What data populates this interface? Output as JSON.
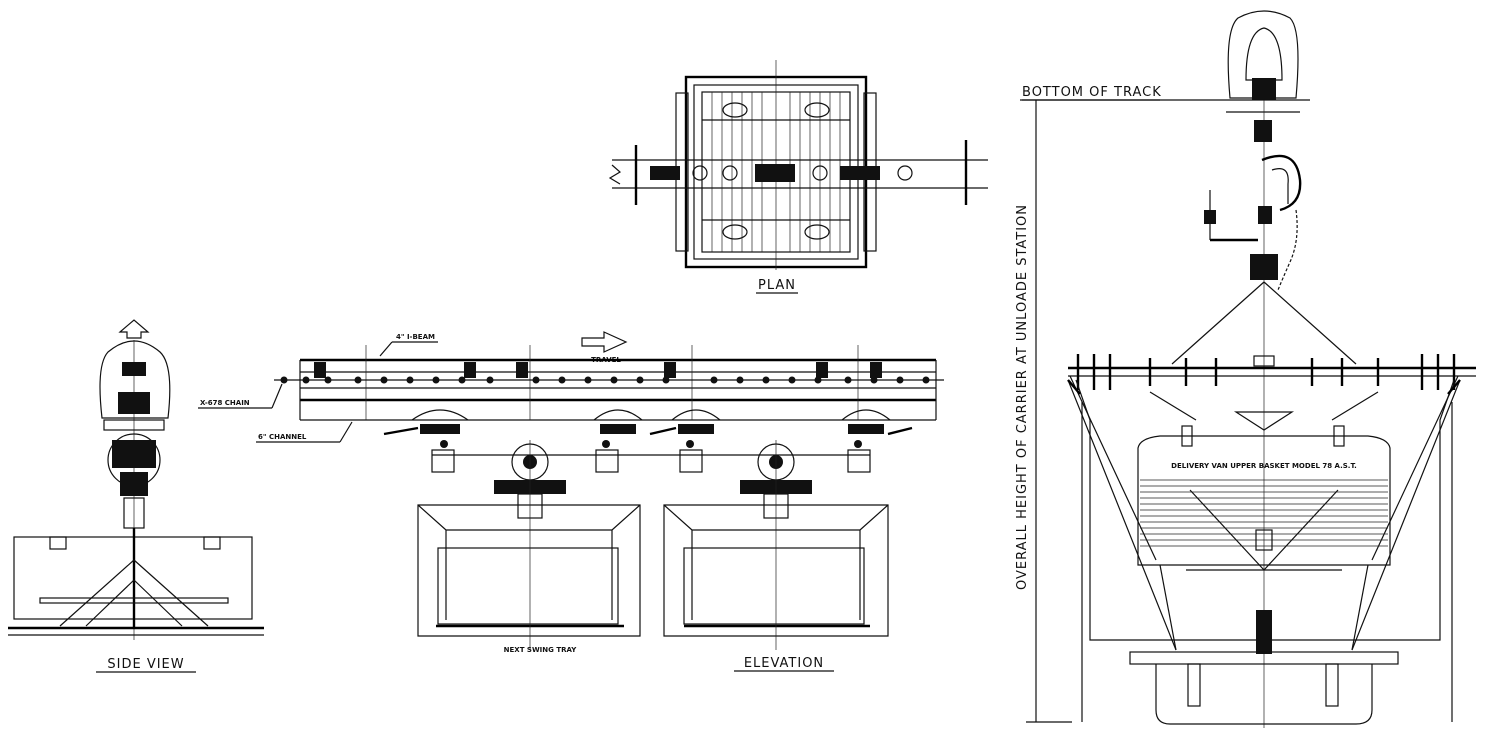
{
  "labels": {
    "plan": "PLAN",
    "side_view": "SIDE VIEW",
    "elevation": "ELEVATION",
    "bottom_of_track": "BOTTOM OF TRACK",
    "overall_height": "OVERALL HEIGHT OF CARRIER AT UNLOADE STATION",
    "i_beam": "4\" I-BEAM",
    "chain": "X-678 CHAIN",
    "channel": "6\" CHANNEL",
    "travel": "TRAVEL",
    "next_tray": "NEXT SWING TRAY",
    "tray_note": "DELIVERY VAN UPPER BASKET MODEL 78 A.S.T."
  }
}
